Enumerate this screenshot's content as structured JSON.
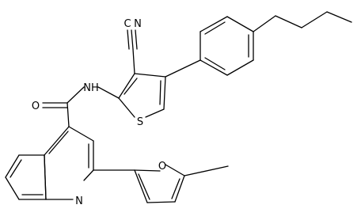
{
  "molecule": {
    "atom_labels": {
      "nitrile_c": "C",
      "nitrile_n": "N",
      "amide_nh": "NH",
      "carbonyl_o": "O",
      "thiophene_s": "S",
      "furan_o": "O",
      "quinoline_n": "N"
    },
    "colors": {
      "bond": "#000000",
      "label": "#000000",
      "background": "#ffffff"
    }
  }
}
